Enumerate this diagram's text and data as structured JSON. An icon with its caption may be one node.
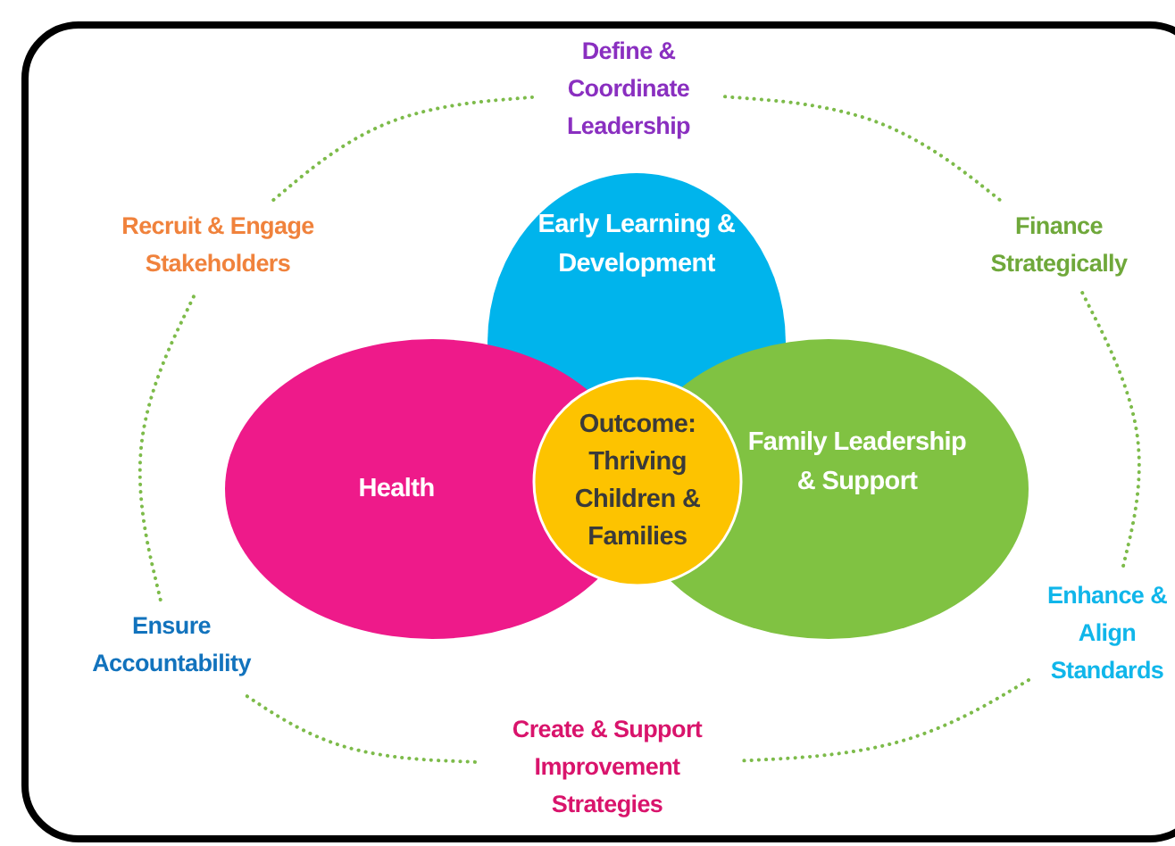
{
  "diagram": {
    "nodes": [
      {
        "text": [
          "Define & Coordinate Leadership"
        ]
      },
      {
        "text": [
          "Recruit & Engage Stakeholders"
        ]
      },
      {
        "text": [
          "Finance Strategically"
        ]
      },
      {
        "text": [
          "Early Learning & Development"
        ]
      },
      {
        "text": [
          "Health"
        ]
      },
      {
        "text": [
          "Family Leadership & Support"
        ]
      },
      {
        "text": [
          "Outcome: Thriving Children & Families"
        ]
      },
      {
        "text": [
          "Ensure Accountability"
        ]
      },
      {
        "text": [
          "Enhance & Align Standards"
        ]
      },
      {
        "text": [
          "Create & Support Improvement Strategies"
        ]
      }
    ],
    "edges": [
      {
        "from": 0,
        "to": 2,
        "arrow": "none"
      },
      {
        "from": 2,
        "to": 8,
        "arrow": "none"
      },
      {
        "from": 8,
        "to": 9,
        "arrow": "none"
      },
      {
        "from": 9,
        "to": 7,
        "arrow": "none"
      },
      {
        "from": 7,
        "to": 1,
        "arrow": "none"
      },
      {
        "from": 1,
        "to": 0,
        "arrow": "none"
      }
    ]
  }
}
